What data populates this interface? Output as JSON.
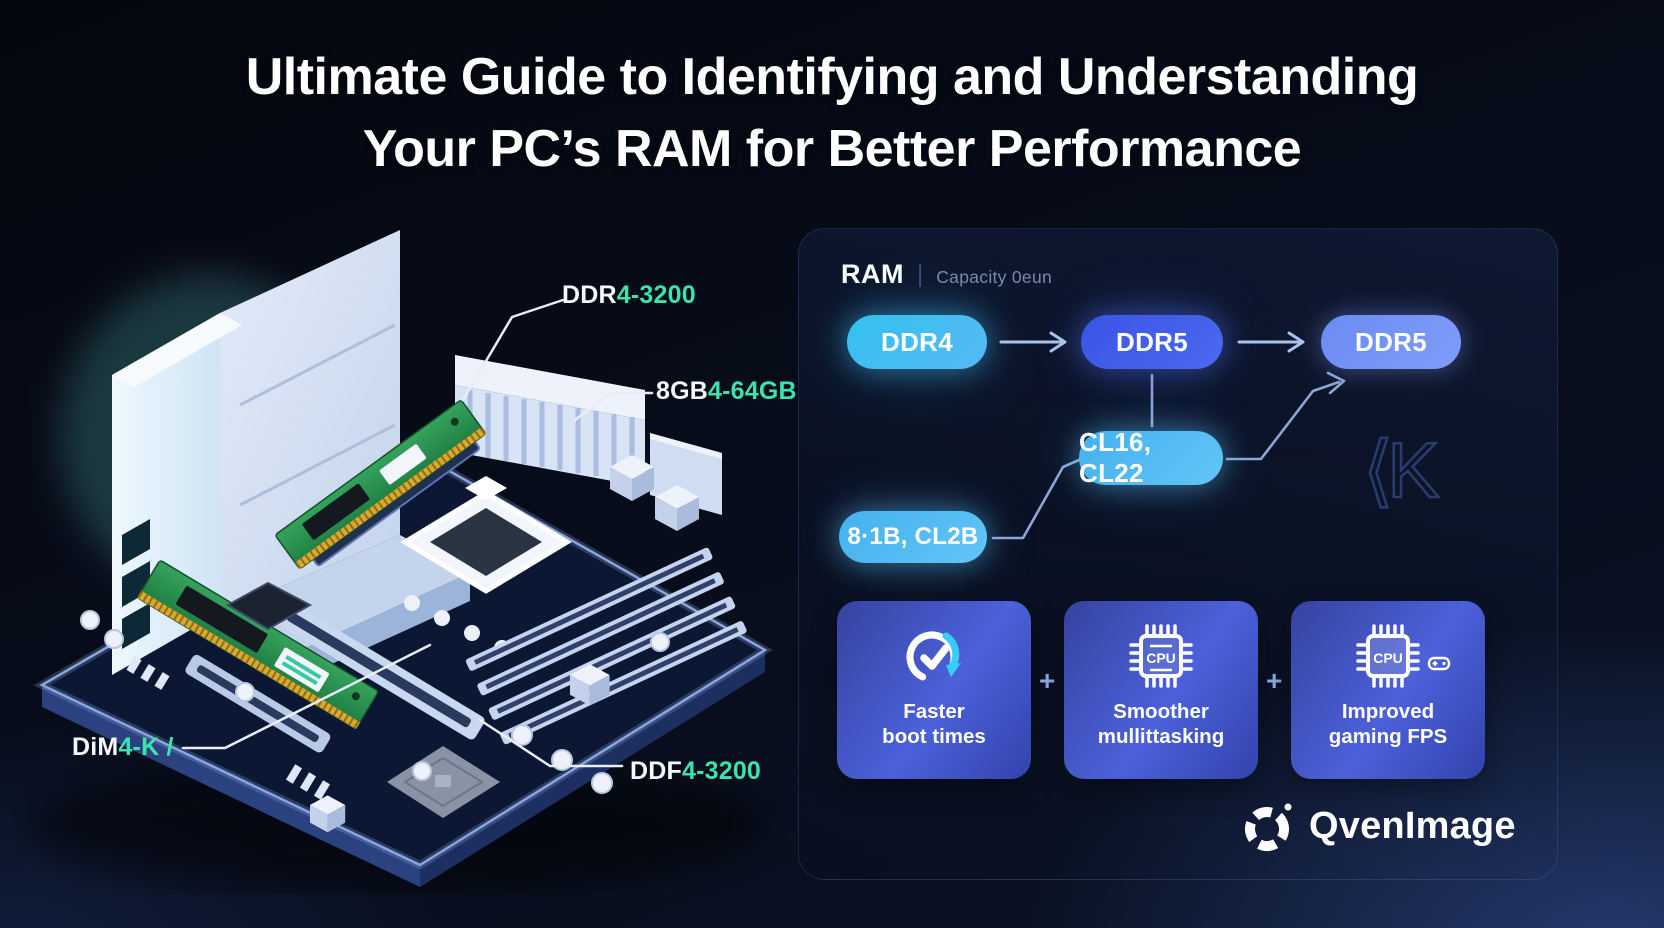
{
  "title": {
    "line1": "Ultimate Guide to Identifying and Understanding",
    "line2": "Your PC’s RAM for Better Performance"
  },
  "illustration": {
    "labels": [
      {
        "id": "ram-stick-top",
        "white": "DDR",
        "teal": "4-3200"
      },
      {
        "id": "capacity-range",
        "white": "8GB",
        "teal": "4-64GB"
      },
      {
        "id": "dimm-slot",
        "white": "DiM",
        "teal": "4-K /"
      },
      {
        "id": "ram-stick-bottom",
        "white": "DDF",
        "teal": "4-3200"
      }
    ]
  },
  "panel": {
    "header": {
      "title": "RAM",
      "divider": "|",
      "subtitle": "Capacity 0eun"
    },
    "flow_nodes": [
      {
        "label": "DDR4"
      },
      {
        "label": "DDR5"
      },
      {
        "label": "DDR5"
      }
    ],
    "spec_nodes": [
      {
        "label": "CL16, CL22"
      },
      {
        "label": "8·1B, CL2B"
      }
    ],
    "watermark": "⟨K",
    "plus": "+",
    "cpu_chip_label": "CPU",
    "cards": [
      {
        "icon": "boot-speed-icon",
        "line1": "Faster",
        "line2": "boot times"
      },
      {
        "icon": "cpu-chip-icon",
        "line1": "Smoother",
        "line2": "mullittasking"
      },
      {
        "icon": "cpu-gaming-icon",
        "line1": "Improved",
        "line2": "gaming FPS"
      }
    ]
  },
  "brand": {
    "name": "QvenImage",
    "icon": "segmented-ring-logo"
  },
  "colors": {
    "background": "#070c1a",
    "teal_accent": "#3ce3ad",
    "pill_cyan": "#46c3f2",
    "pill_blue": "#415fe8",
    "pill_light_blue": "#7092f6",
    "spec_pill_sky": "#52bcf2",
    "card_blue": "#4152c4",
    "text": "#ffffff",
    "muted_text": "#7c89ac"
  }
}
